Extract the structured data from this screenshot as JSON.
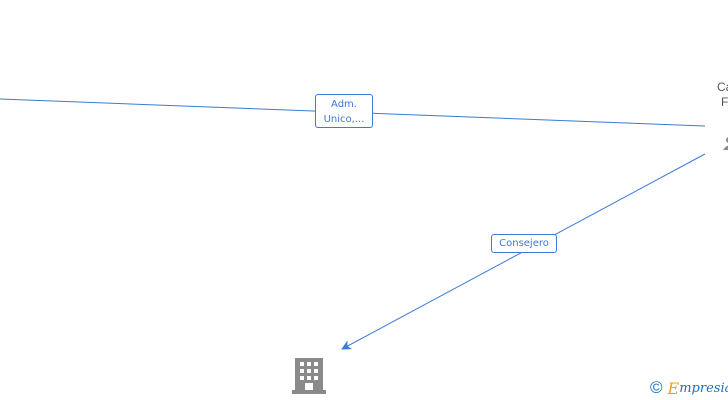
{
  "diagram": {
    "person_node": {
      "line1": "Can",
      "line2": "Fe"
    },
    "edges": [
      {
        "label_line1": "Adm.",
        "label_line2": "Unico,..."
      },
      {
        "label_line1": "Consejero"
      }
    ]
  },
  "watermark": {
    "copyright": "©",
    "brand_initial": "E",
    "brand_rest": "mpresia"
  },
  "colors": {
    "edge": "#3a7bd5",
    "icon": "#8a8a8a",
    "brand_blue": "#1f6fb8",
    "brand_orange": "#f0a020"
  },
  "icons": {
    "company": "building-icon",
    "person": "person-icon"
  }
}
